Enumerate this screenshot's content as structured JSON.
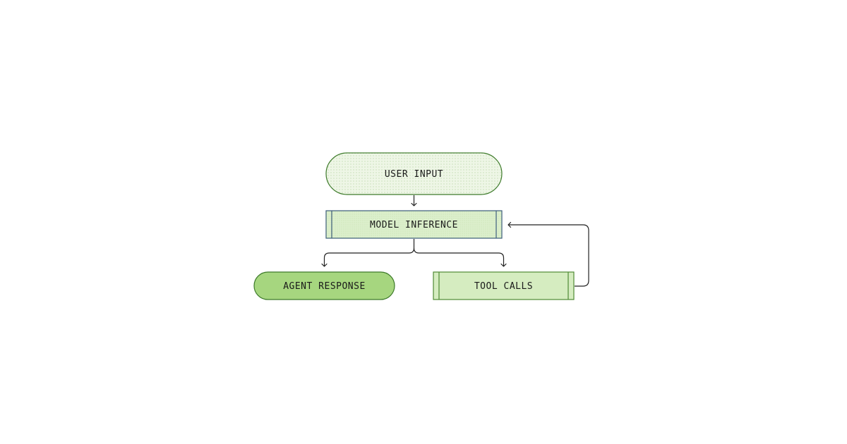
{
  "diagram": {
    "nodes": {
      "user_input": {
        "label": "USER INPUT",
        "shape": "stadium",
        "fill": "#e9f3df",
        "stroke": "#3d7a2a",
        "pattern": "dotted"
      },
      "model_inference": {
        "label": "MODEL INFERENCE",
        "shape": "process",
        "fill": "#d9eec9",
        "stroke": "#3b5c7a",
        "pattern": "dotted"
      },
      "agent_response": {
        "label": "AGENT RESPONSE",
        "shape": "stadium",
        "fill": "#a6d67f",
        "stroke": "#3d7a2a"
      },
      "tool_calls": {
        "label": "TOOL CALLS",
        "shape": "process",
        "fill": "#d5ecc0",
        "stroke": "#4f8a34"
      }
    },
    "edges": [
      {
        "from": "user_input",
        "to": "model_inference"
      },
      {
        "from": "model_inference",
        "to": "agent_response"
      },
      {
        "from": "model_inference",
        "to": "tool_calls"
      },
      {
        "from": "tool_calls",
        "to": "model_inference"
      }
    ]
  }
}
